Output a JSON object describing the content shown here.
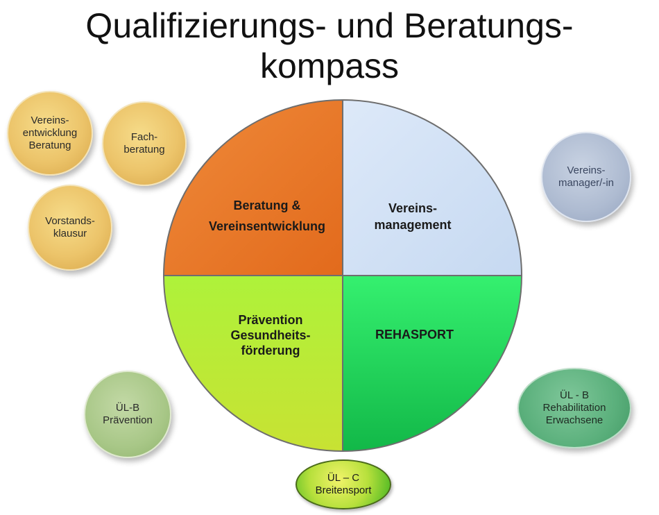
{
  "title": {
    "line1": "Qualifizierungs- und Beratungs-",
    "line2": "kompass"
  },
  "quadrants": {
    "top_left": {
      "line1": "Beratung &",
      "line2": "Vereinsentwicklung",
      "color": "#e9782a"
    },
    "top_right": {
      "line1": "Vereins-",
      "line2": "management",
      "color": "#d3e4f7"
    },
    "bottom_left": {
      "line1": "Prävention",
      "line2": "Gesundheits-",
      "line3": "förderung",
      "color": "#b6f035"
    },
    "bottom_right": {
      "line1": "REHASPORT",
      "color": "#2ee86a"
    }
  },
  "bubbles": {
    "vereinsentwicklung": {
      "line1": "Vereins-",
      "line2": "entwicklung",
      "line3": "Beratung"
    },
    "fachberatung": {
      "line1": "Fach-",
      "line2": "beratung"
    },
    "vorstandsklausur": {
      "line1": "Vorstands-",
      "line2": "klausur"
    },
    "vereinsmanager": {
      "line1": "Vereins-",
      "line2": "manager/-in"
    },
    "ul_b_praevention": {
      "line1": "ÜL-B",
      "line2": "Prävention"
    },
    "ul_b_reha": {
      "line1": "ÜL - B",
      "line2": "Rehabilitation",
      "line3": "Erwachsene"
    },
    "ul_c": {
      "line1": "ÜL – C",
      "line2": "Breitensport"
    }
  }
}
